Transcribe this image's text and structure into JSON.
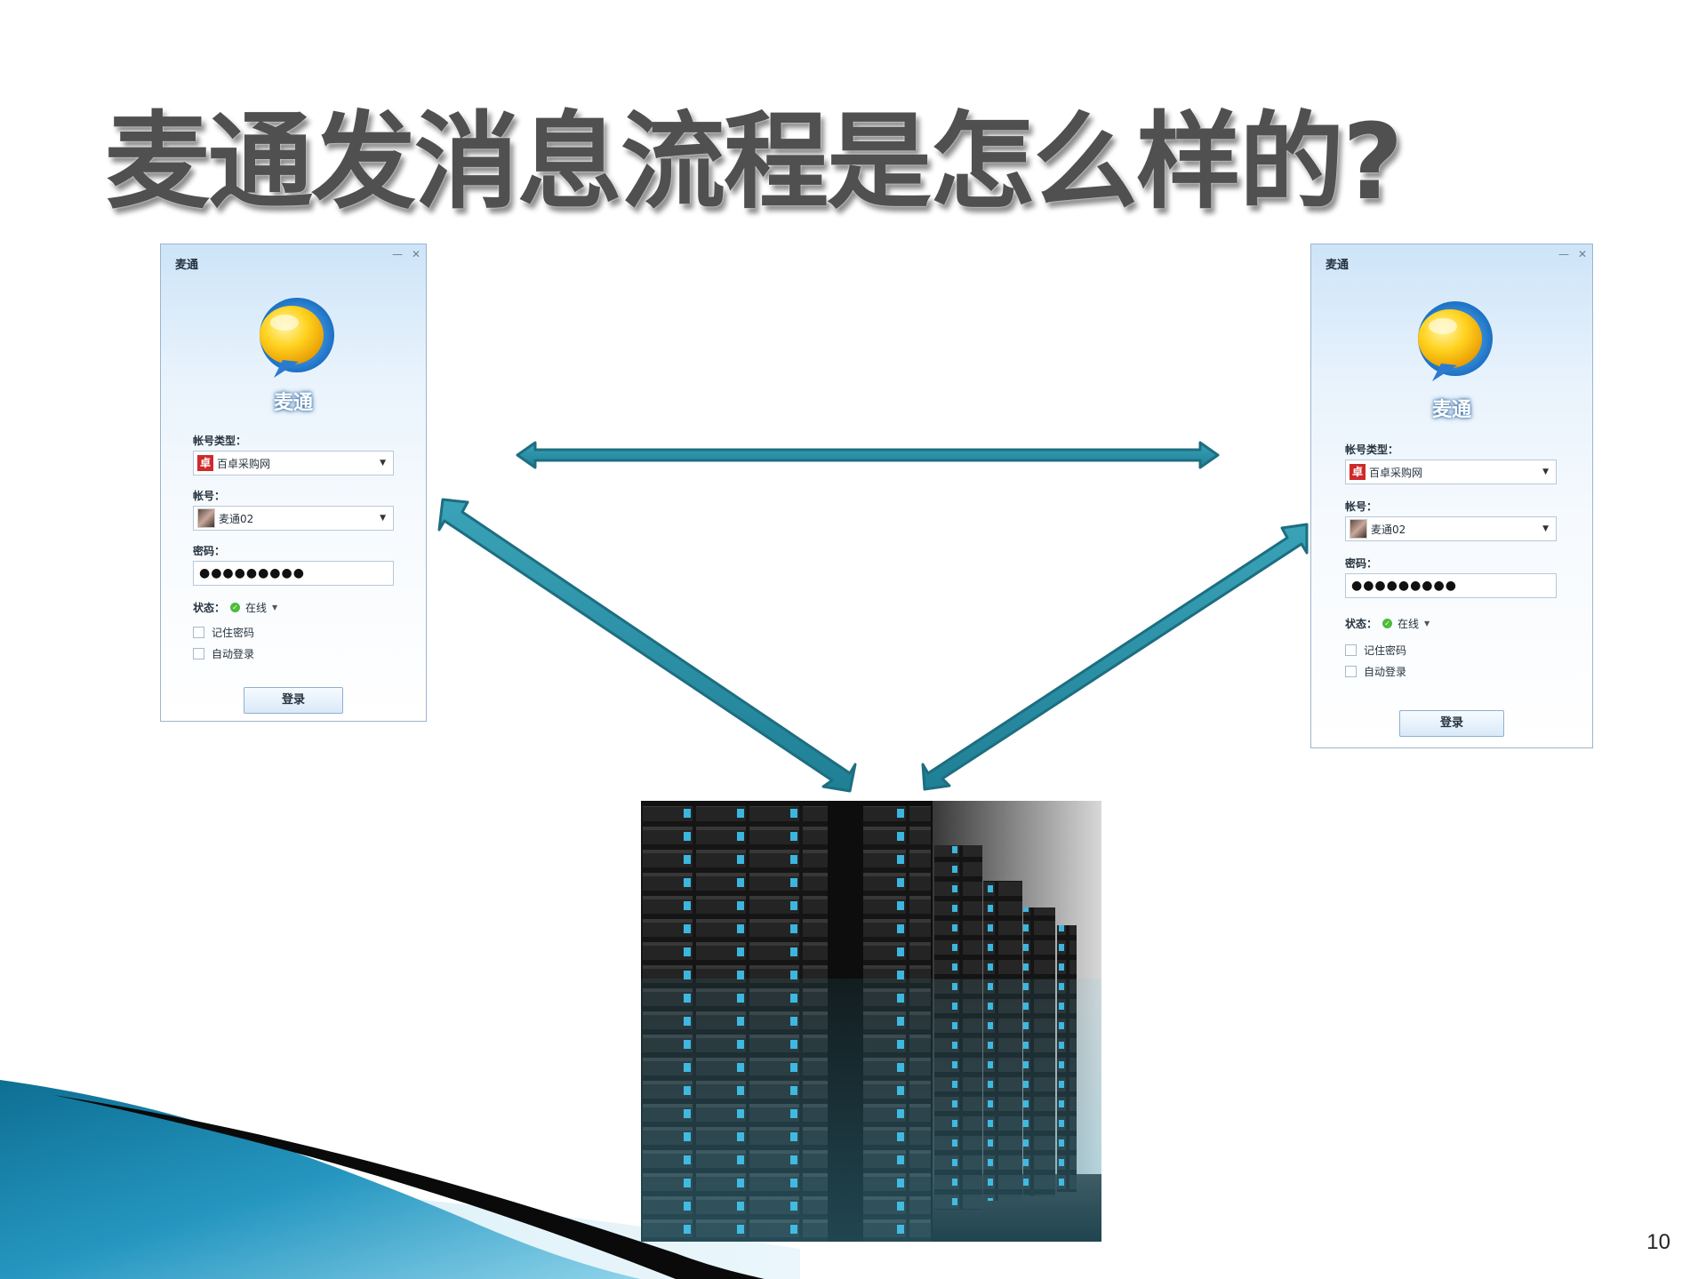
{
  "slide": {
    "title": "麦通发消息流程是怎么样的?",
    "page_number": "10"
  },
  "login_window": {
    "window_title": "麦通",
    "minimize_glyph": "—",
    "close_glyph": "✕",
    "logo_text": "麦通",
    "account_type_label": "帐号类型：",
    "account_type_badge": "卓",
    "account_type_value": "百卓采购网",
    "account_label": "帐号：",
    "account_value": "麦通02",
    "password_label": "密码：",
    "password_mask": "●●●●●●●●●",
    "status_label": "状态：",
    "status_value": "在线",
    "status_color": "#4dbb3b",
    "remember_password": "记住密码",
    "auto_login": "自动登录",
    "login_button": "登录",
    "dropdown_icon": "chevron-down-icon"
  },
  "colors": {
    "arrow": "#2a8da3",
    "arrow_outline": "#1d6e80",
    "title": "#505050",
    "accent_blue": "#1f86b0"
  }
}
